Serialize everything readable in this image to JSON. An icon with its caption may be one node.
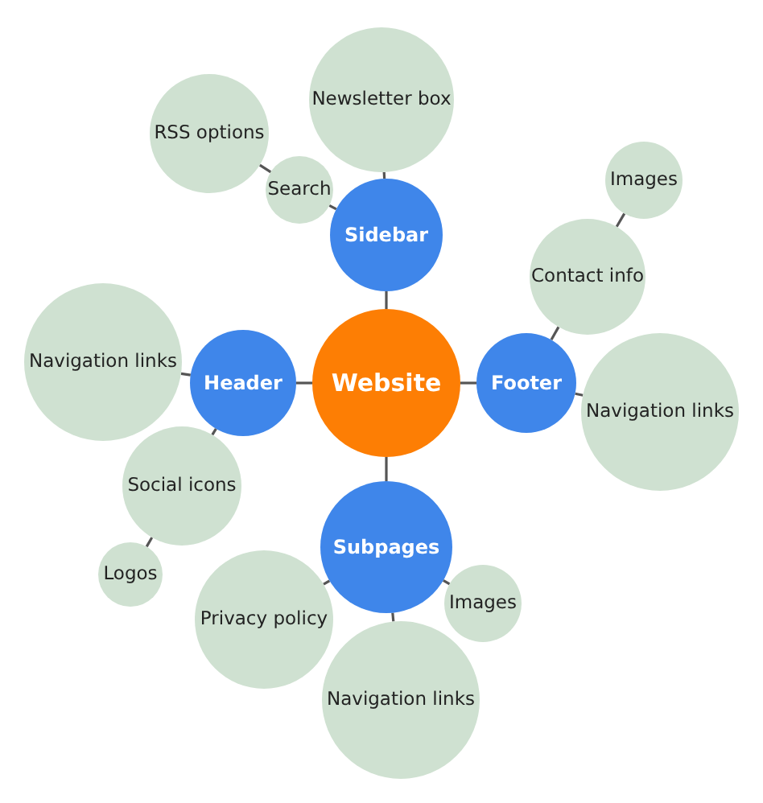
{
  "diagram": {
    "nodes": [
      {
        "text": [
          "Newsletter box"
        ]
      },
      {
        "text": [
          "RSS options"
        ]
      },
      {
        "text": [
          "Search"
        ]
      },
      {
        "text": [
          "Sidebar"
        ]
      },
      {
        "text": [
          "Images"
        ]
      },
      {
        "text": [
          "Contact info"
        ]
      },
      {
        "text": [
          "Navigation links"
        ]
      },
      {
        "text": [
          "Header"
        ]
      },
      {
        "text": [
          "Website"
        ]
      },
      {
        "text": [
          "Footer"
        ]
      },
      {
        "text": [
          "Navigation links"
        ]
      },
      {
        "text": [
          "Social icons"
        ]
      },
      {
        "text": [
          "Subpages"
        ]
      },
      {
        "text": [
          "Logos"
        ]
      },
      {
        "text": [
          "Images"
        ]
      },
      {
        "text": [
          "Privacy policy"
        ]
      },
      {
        "text": [
          "Navigation links"
        ]
      }
    ],
    "edges": [
      {
        "from": 8,
        "to": 3,
        "arrow": "none"
      },
      {
        "from": 8,
        "to": 7,
        "arrow": "none"
      },
      {
        "from": 8,
        "to": 9,
        "arrow": "none"
      },
      {
        "from": 8,
        "to": 12,
        "arrow": "none"
      },
      {
        "from": 3,
        "to": 0,
        "arrow": "none"
      },
      {
        "from": 3,
        "to": 2,
        "arrow": "none"
      },
      {
        "from": 2,
        "to": 1,
        "arrow": "none"
      },
      {
        "from": 9,
        "to": 5,
        "arrow": "none"
      },
      {
        "from": 5,
        "to": 4,
        "arrow": "none"
      },
      {
        "from": 9,
        "to": 10,
        "arrow": "none"
      },
      {
        "from": 7,
        "to": 6,
        "arrow": "none"
      },
      {
        "from": 7,
        "to": 11,
        "arrow": "none"
      },
      {
        "from": 11,
        "to": 13,
        "arrow": "none"
      },
      {
        "from": 12,
        "to": 15,
        "arrow": "none"
      },
      {
        "from": 12,
        "to": 14,
        "arrow": "none"
      },
      {
        "from": 12,
        "to": 16,
        "arrow": "none"
      }
    ]
  }
}
